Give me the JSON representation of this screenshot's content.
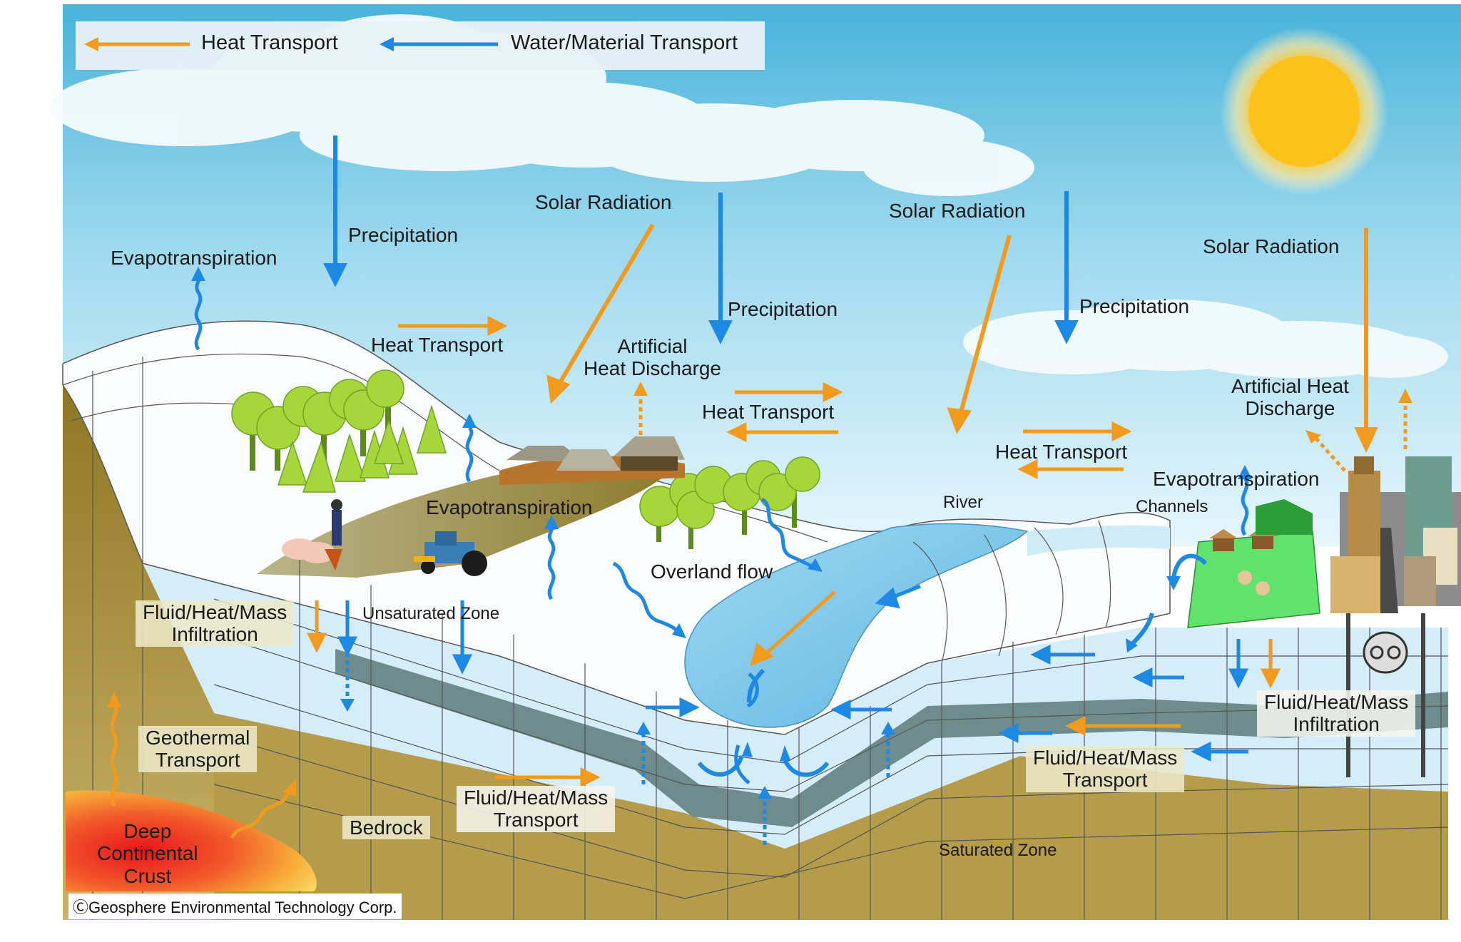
{
  "legend": {
    "heat": "Heat Transport",
    "water": "Water/Material Transport"
  },
  "labels": {
    "precip_1": "Precipitation",
    "precip_2": "Precipitation",
    "precip_3": "Precipitation",
    "solar_1": "Solar Radiation",
    "solar_2": "Solar Radiation",
    "solar_3": "Solar Radiation",
    "evapo_1": "Evapotranspiration",
    "evapo_2": "Evapotranspiration",
    "evapo_3": "Evapotranspiration",
    "heat_1": "Heat Transport",
    "heat_2": "Heat Transport",
    "heat_3": "Heat Transport",
    "artificial_1_line1": "Artificial",
    "artificial_1_line2": "Heat Discharge",
    "artificial_2_line1": "Artificial Heat",
    "artificial_2_line2": "Discharge",
    "overland": "Overland flow",
    "river": "River",
    "channels": "Channels",
    "unsaturated": "Unsaturated Zone",
    "saturated": "Saturated Zone",
    "infil_left_line1": "Fluid/Heat/Mass",
    "infil_left_line2": "Infiltration",
    "infil_right_line1": "Fluid/Heat/Mass",
    "infil_right_line2": "Infiltration",
    "geo_line1": "Geothermal",
    "geo_line2": "Transport",
    "transport_mid_line1": "Fluid/Heat/Mass",
    "transport_mid_line2": "Transport",
    "transport_right_line1": "Fluid/Heat/Mass",
    "transport_right_line2": "Transport",
    "bedrock": "Bedrock",
    "crust_line1": "Deep",
    "crust_line2": "Continental",
    "crust_line3": "Crust"
  },
  "credit": "ⒸGeosphere Environmental Technology Corp.",
  "colors": {
    "heat": "#F29A1E",
    "water": "#1E88E5",
    "sky_top": "#4FB8DD",
    "sky_bottom": "#D6F1FB",
    "soil": "#A88B2E",
    "groundwater": "#CDE9F6",
    "aquitard": "#6F8C8C",
    "sun": "#FFC21A"
  }
}
